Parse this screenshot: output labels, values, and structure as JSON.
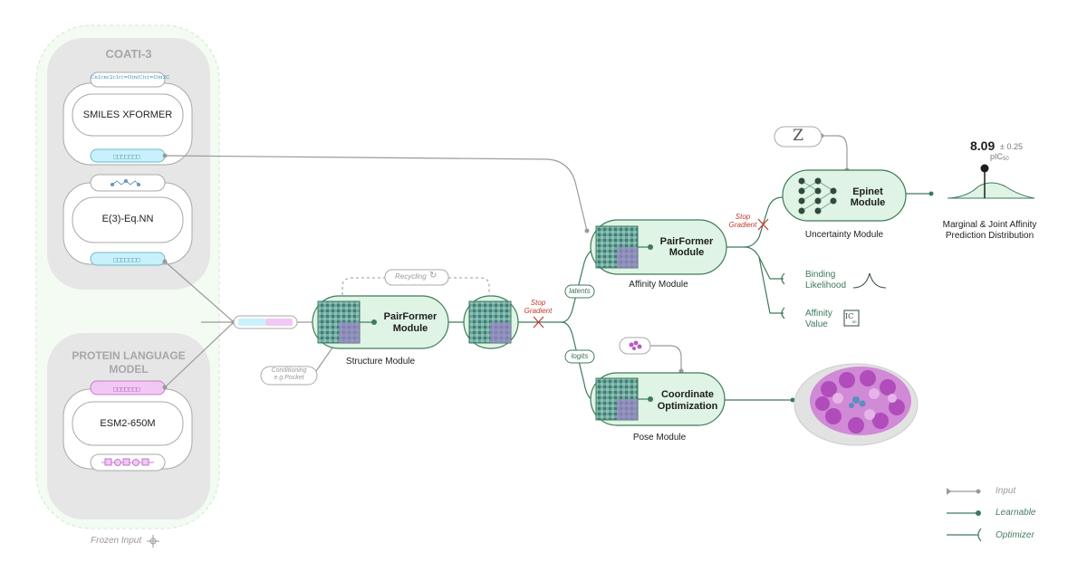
{
  "coati": {
    "title": "COATI-3",
    "smiles_string": "Cn1cnc2c1c(=O)n(C)c(=O)n2C",
    "smiles_block": "SMILES XFORMER",
    "egnn_block": "E(3)-Eq.NN"
  },
  "protein": {
    "title_line1": "PROTEIN LANGUAGE",
    "title_line2": "MODEL",
    "esm_block": "ESM2-650M"
  },
  "frozen_input": "Frozen Input",
  "recycling": "Recycling",
  "conditioning": {
    "line1": "Conditioning",
    "line2": "e.g.Pocket"
  },
  "structure_module": {
    "name_line1": "PairFormer",
    "name_line2": "Module",
    "caption": "Structure Module"
  },
  "stop_gradient": {
    "line1": "Stop",
    "line2": "Gradient"
  },
  "tags": {
    "latents": "latents",
    "logits": "logits"
  },
  "affinity_module": {
    "name_line1": "PairFormer",
    "name_line2": "Module",
    "caption": "Affinity Module"
  },
  "pose_module": {
    "name_line1": "Coordinate",
    "name_line2": "Optimization",
    "caption": "Pose Module"
  },
  "uncertainty_module": {
    "name_line1": "Epinet",
    "name_line2": "Module",
    "caption": "Uncertainty Module",
    "noise_symbol": "Z"
  },
  "outputs": {
    "binding": {
      "line1": "Binding",
      "line2": "Likelihood"
    },
    "affinity": {
      "line1": "Affinity",
      "line2": "Value",
      "icon_text": "IC",
      "icon_sub": "50"
    },
    "prediction_value": "8.09",
    "prediction_error": "± 0.25",
    "prediction_unit": "pIC",
    "prediction_unit_sub": "50",
    "distribution_line1": "Marginal & Joint Affinity",
    "distribution_line2": "Prediction Distribution"
  },
  "legend": {
    "input": "Input",
    "learnable": "Learnable",
    "optimizer": "Optimizer"
  },
  "colors": {
    "green_fill": "#dff4e4",
    "green_stroke": "#3d7a5c",
    "frozen_fill": "#f3fbf3",
    "grey_panel": "#e6e6e6",
    "cyan": "#c9f1fb",
    "magenta": "#f1c8f4",
    "stop_red": "#c0392b"
  }
}
